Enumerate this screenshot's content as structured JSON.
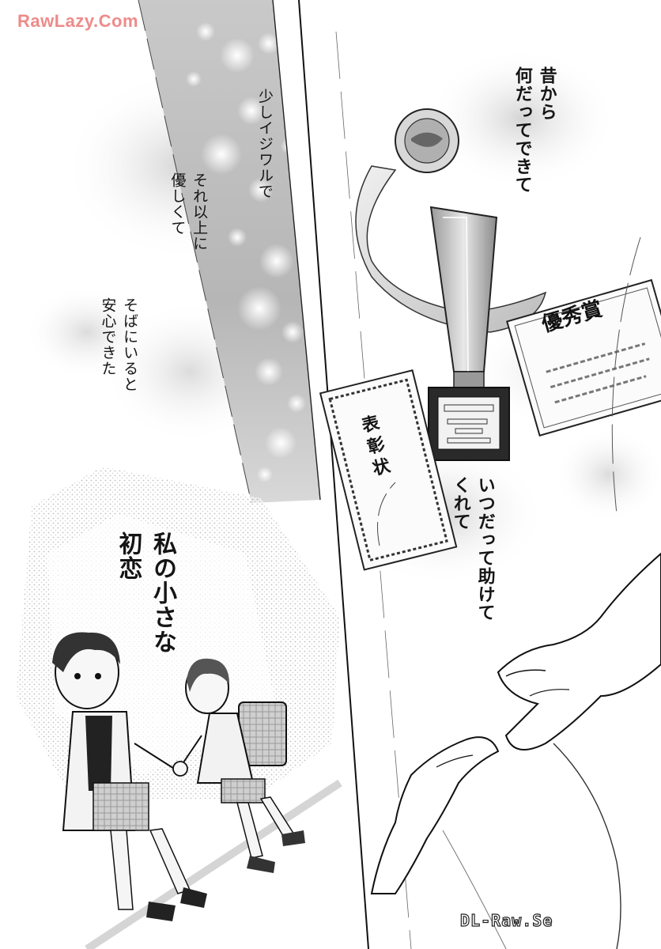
{
  "watermarks": {
    "top": "RawLazy.Com",
    "bottom": "DL-Raw.Se"
  },
  "captions": {
    "c1": "少しイジワルで",
    "c2": "それ以上に\n優しくて",
    "c3": "そばにいると\n安心できた",
    "c4": "私の小さな\n初恋",
    "c5": "昔から\n何だってできて",
    "c6": "いつだって助けて\nくれて"
  },
  "props": {
    "certificate_text": "表彰状",
    "award_title": "優秀賞"
  }
}
